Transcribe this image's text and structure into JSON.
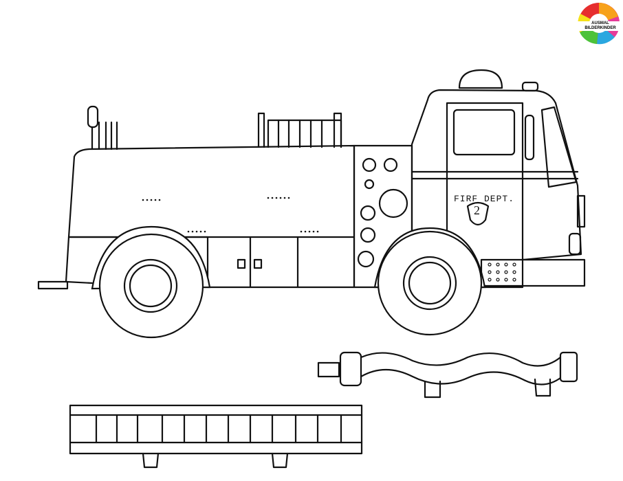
{
  "logo": {
    "text": "AUSMAL BILDERKINDER",
    "colors": [
      "#e62e2e",
      "#f7a21b",
      "#f5e11a",
      "#4cc23a",
      "#2aa7e0",
      "#8a3fd1",
      "#e63c9a"
    ]
  },
  "truck": {
    "door_label": "FIRF DEPT.",
    "badge_number": "2"
  }
}
